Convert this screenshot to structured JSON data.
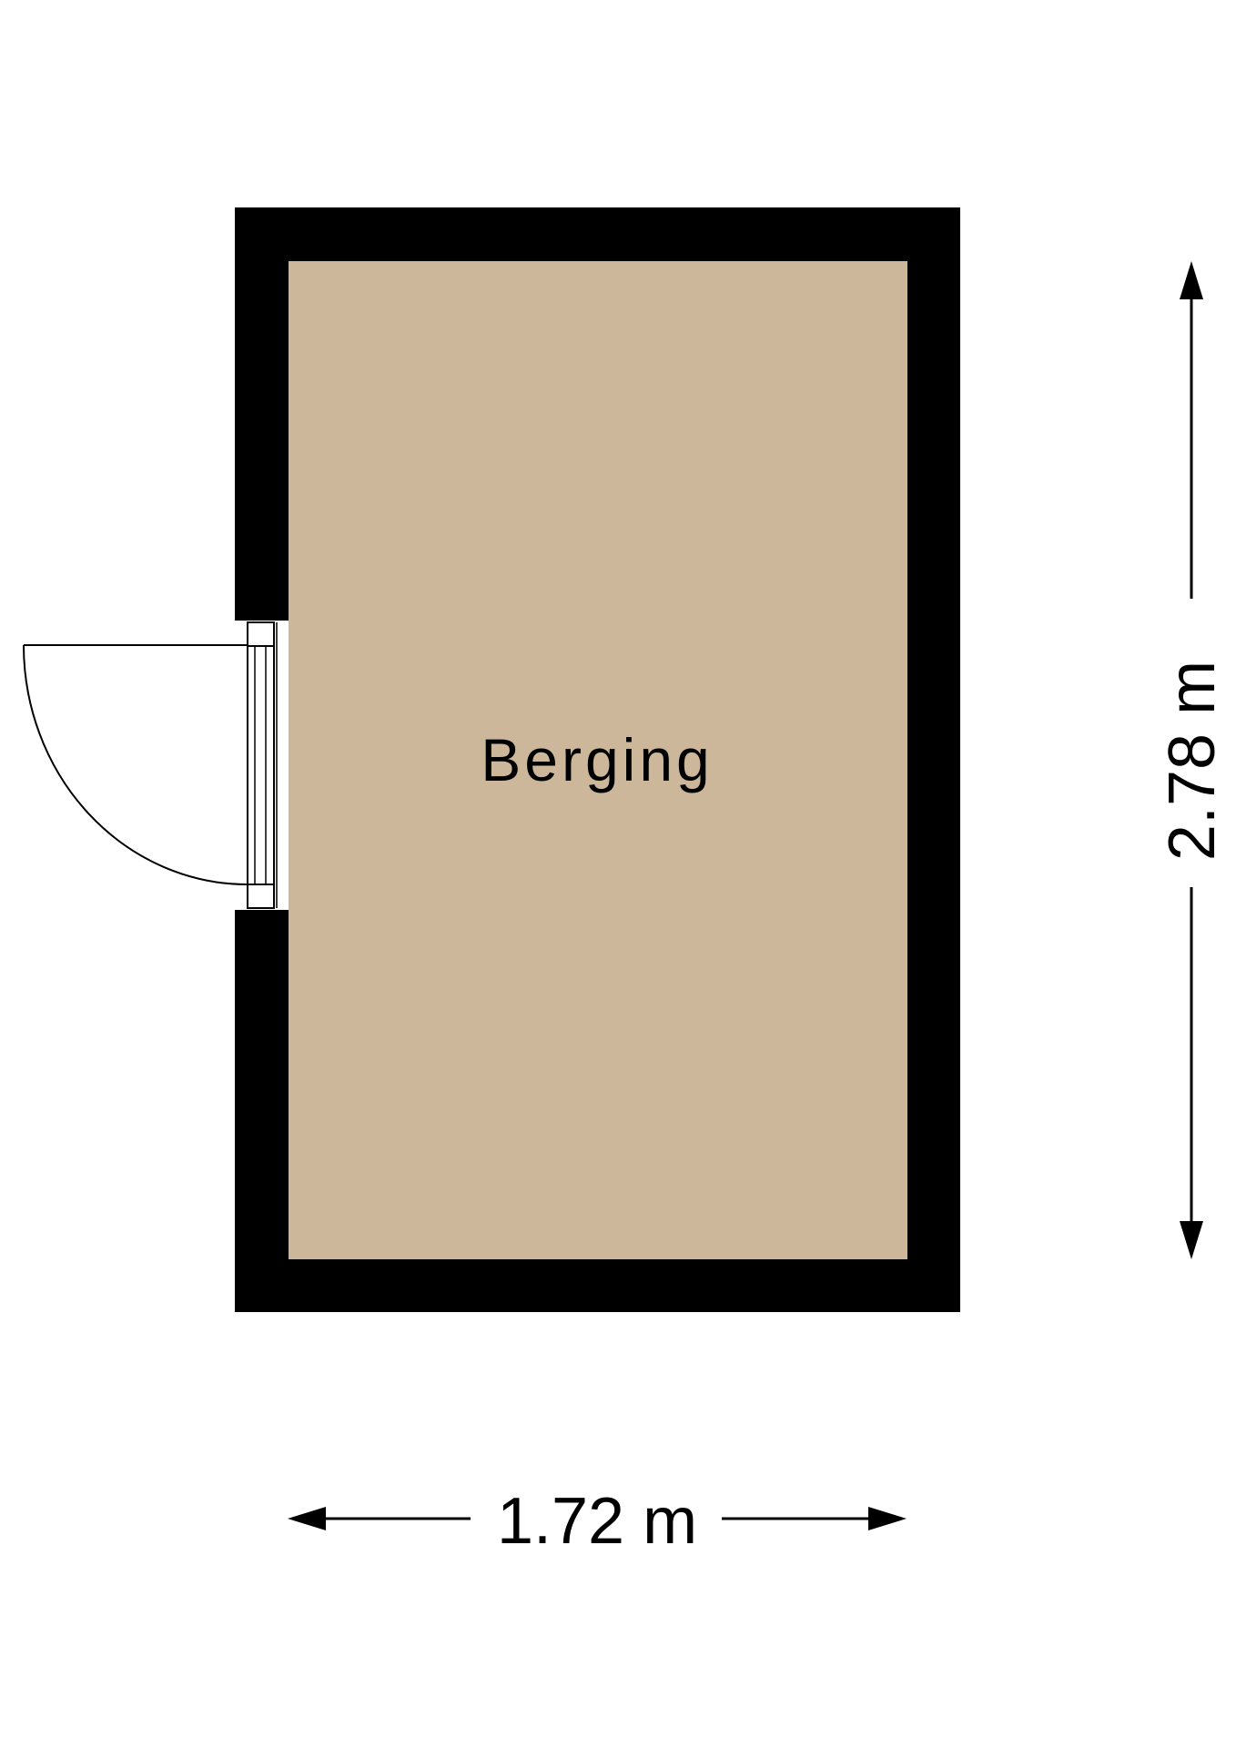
{
  "room": {
    "name": "Berging",
    "floor_color": "#CDB79B",
    "wall_color": "#000000"
  },
  "dimensions": {
    "width": "1.72 m",
    "height": "2.78 m"
  },
  "colors": {
    "background": "#FFFFFF",
    "line": "#000000"
  }
}
